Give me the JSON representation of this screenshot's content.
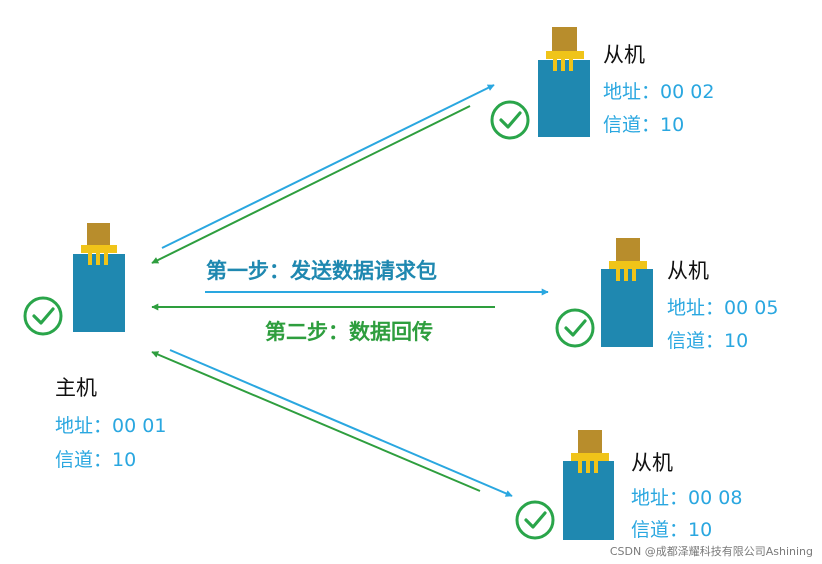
{
  "colors": {
    "device_body": "#1f88b0",
    "device_plug": "#b88d2c",
    "device_pins": "#f0c419",
    "check": "#2aa54a",
    "request_arrow": "#2aa7e0",
    "reply_arrow": "#2e9e3e",
    "info_text": "#2aa7e0"
  },
  "master": {
    "title": "主机",
    "addr_label": "地址：",
    "addr_value": "00 01",
    "chan_label": "信道：",
    "chan_value": "10"
  },
  "slaves": [
    {
      "title": "从机",
      "addr_label": "地址：",
      "addr_value": "00 02",
      "chan_label": "信道：",
      "chan_value": "10"
    },
    {
      "title": "从机",
      "addr_label": "地址：",
      "addr_value": "00 05",
      "chan_label": "信道：",
      "chan_value": "10"
    },
    {
      "title": "从机",
      "addr_label": "地址：",
      "addr_value": "00 08",
      "chan_label": "信道：",
      "chan_value": "10"
    }
  ],
  "steps": {
    "step1": "第一步：发送数据请求包",
    "step2": "第二步：数据回传"
  },
  "credit": "CSDN @成都泽耀科技有限公司Ashining"
}
